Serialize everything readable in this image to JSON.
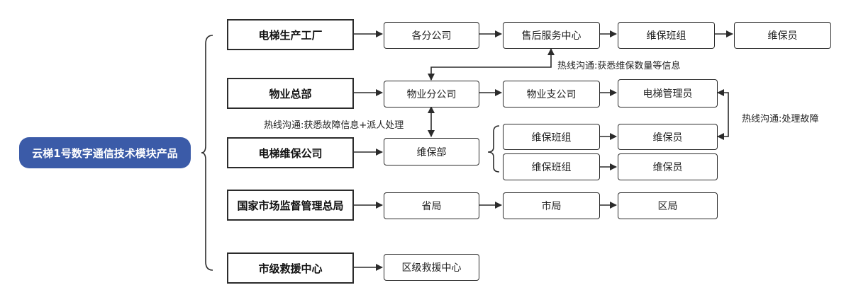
{
  "root": "云梯1号数字通信技术模块产品",
  "rows": {
    "factory": {
      "main": "电梯生产工厂",
      "children": [
        "各分公司",
        "售后服务中心",
        "维保班组",
        "维保员"
      ]
    },
    "property": {
      "main": "物业总部",
      "children": [
        "物业分公司",
        "物业支公司",
        "电梯管理员"
      ]
    },
    "maintenance": {
      "main": "电梯维保公司",
      "dept": "维保部",
      "team1": "维保班组",
      "member1": "维保员",
      "team2": "维保班组",
      "member2": "维保员"
    },
    "regulator": {
      "main": "国家市场监督管理总局",
      "children": [
        "省局",
        "市局",
        "区局"
      ]
    },
    "rescue": {
      "main": "市级救援中心",
      "children": [
        "区级救援中心"
      ]
    }
  },
  "annotations": {
    "hotline_service": "热线沟通:获悉维保数量等信息",
    "hotline_fault_dispatch": "热线沟通:获悉故障信息+派人处理",
    "hotline_handle_fault": "热线沟通:处理故障"
  }
}
